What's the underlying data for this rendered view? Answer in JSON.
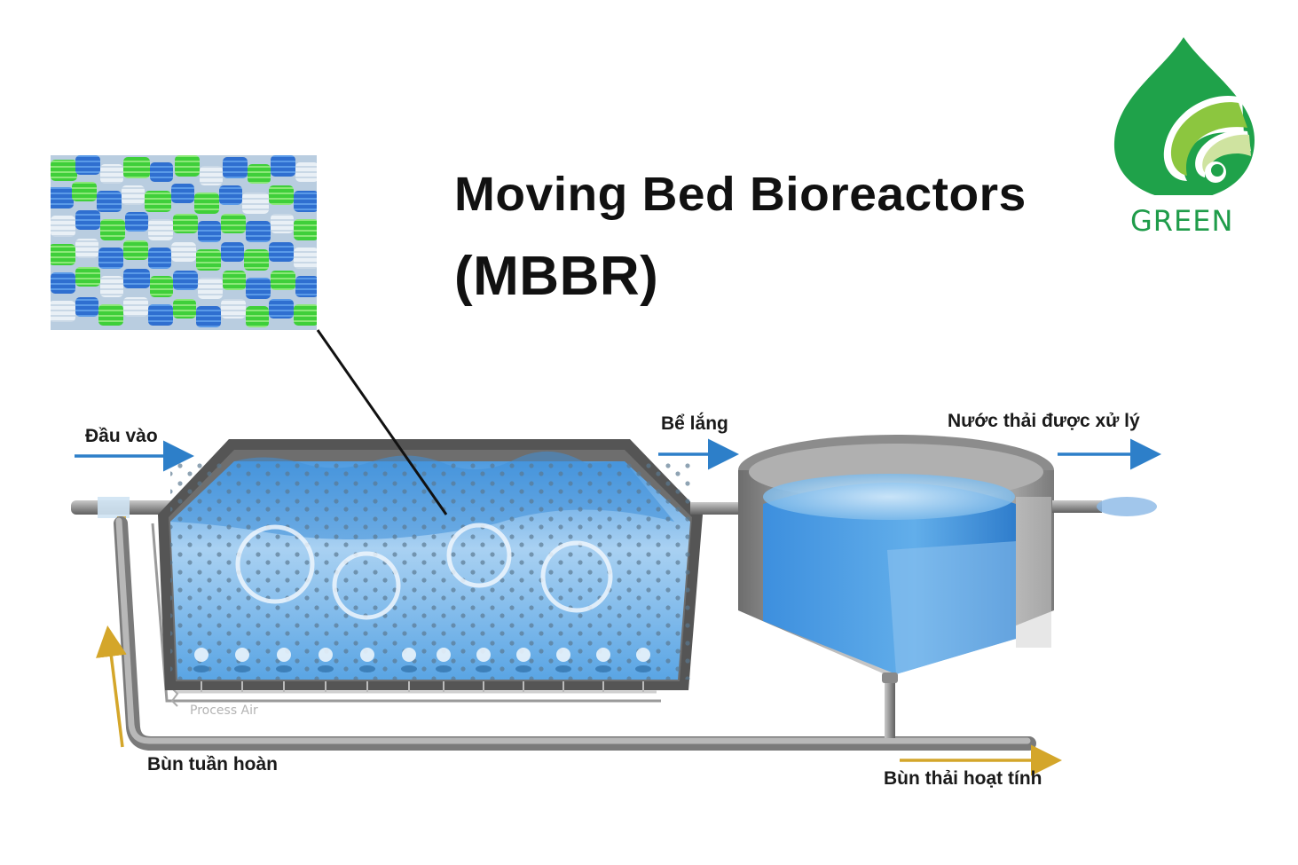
{
  "title": {
    "line1": "Moving Bed Bioreactors",
    "line2": "(MBBR)"
  },
  "logo": {
    "text": "GREEN",
    "colors": {
      "dark_green": "#1fa24a",
      "light_green": "#8cc63f",
      "pale_green": "#cfe3a0"
    }
  },
  "media_photo": {
    "description": "MBBR biofilm carrier media (blue, green, white plastic carriers)",
    "colors": [
      "#2f6fd0",
      "#3fcf3a",
      "#e6eef5"
    ]
  },
  "labels": {
    "inlet": "Đầu vào",
    "settling_tank": "Bể lắng",
    "treated_effluent": "Nước thải được xử lý",
    "return_sludge": "Bùn tuần hoàn",
    "waste_activated_sludge": "Bùn thải hoạt tính",
    "process_air": "Process Air"
  },
  "colors": {
    "flow_arrow": "#2d7fc9",
    "sludge_arrow": "#d4a62a",
    "pipe": "#8a8a8a",
    "tank_wall": "#6a6a6a",
    "water": "#5aa8e6"
  },
  "diagram": {
    "diffuser_count": 12,
    "vortex_count": 4
  }
}
